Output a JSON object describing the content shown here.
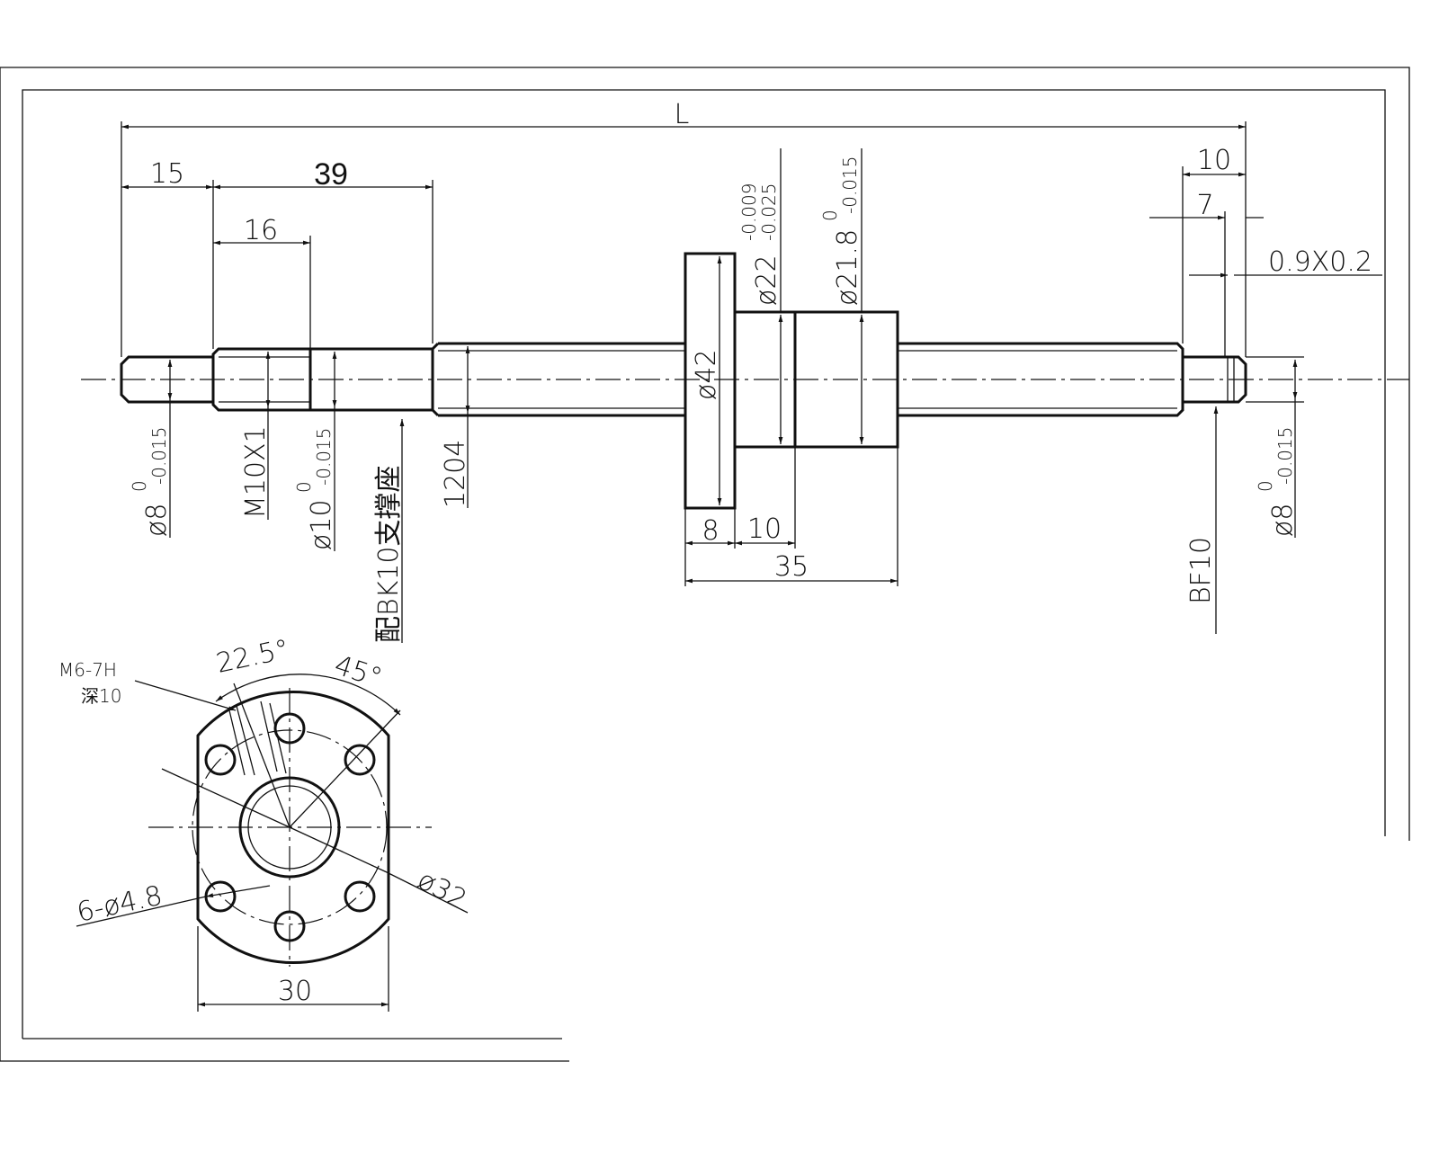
{
  "drawing": {
    "shaft_dimensions": {
      "overall_length": "L",
      "left_end_length": "15",
      "support_length": "39",
      "thread_length": "16",
      "left_end_diameter": "ø8",
      "left_end_tol_upper": "0",
      "left_end_tol_lower": "-0.015",
      "thread": "M10X1",
      "bearing_diameter": "ø10",
      "bearing_tol_upper": "0",
      "bearing_tol_lower": "-0.015",
      "support_note": "配BK10支撑座",
      "screw_spec": "1204",
      "right_end_length": "10",
      "right_groove_pos": "7",
      "groove": "0.9X0.2",
      "right_end_diameter": "ø8",
      "right_tol_upper": "0",
      "right_tol_lower": "-0.015",
      "right_support": "BF10"
    },
    "nut_dimensions": {
      "flange_diameter": "ø42",
      "pilot_diameter": "ø22",
      "pilot_tol_upper": "-0.009",
      "pilot_tol_lower": "-0.025",
      "body_diameter": "ø21.8",
      "body_tol_upper": "0",
      "body_tol_lower": "-0.015",
      "flange_thickness": "8",
      "pilot_length": "10",
      "nut_length": "35"
    },
    "flange_view": {
      "tap": "M6-7H",
      "tap_depth": "深10",
      "angle_small": "22.5°",
      "angle_large": "45°",
      "holes": "6-ø4.8",
      "pcd": "ø32",
      "flat_width": "30"
    }
  }
}
